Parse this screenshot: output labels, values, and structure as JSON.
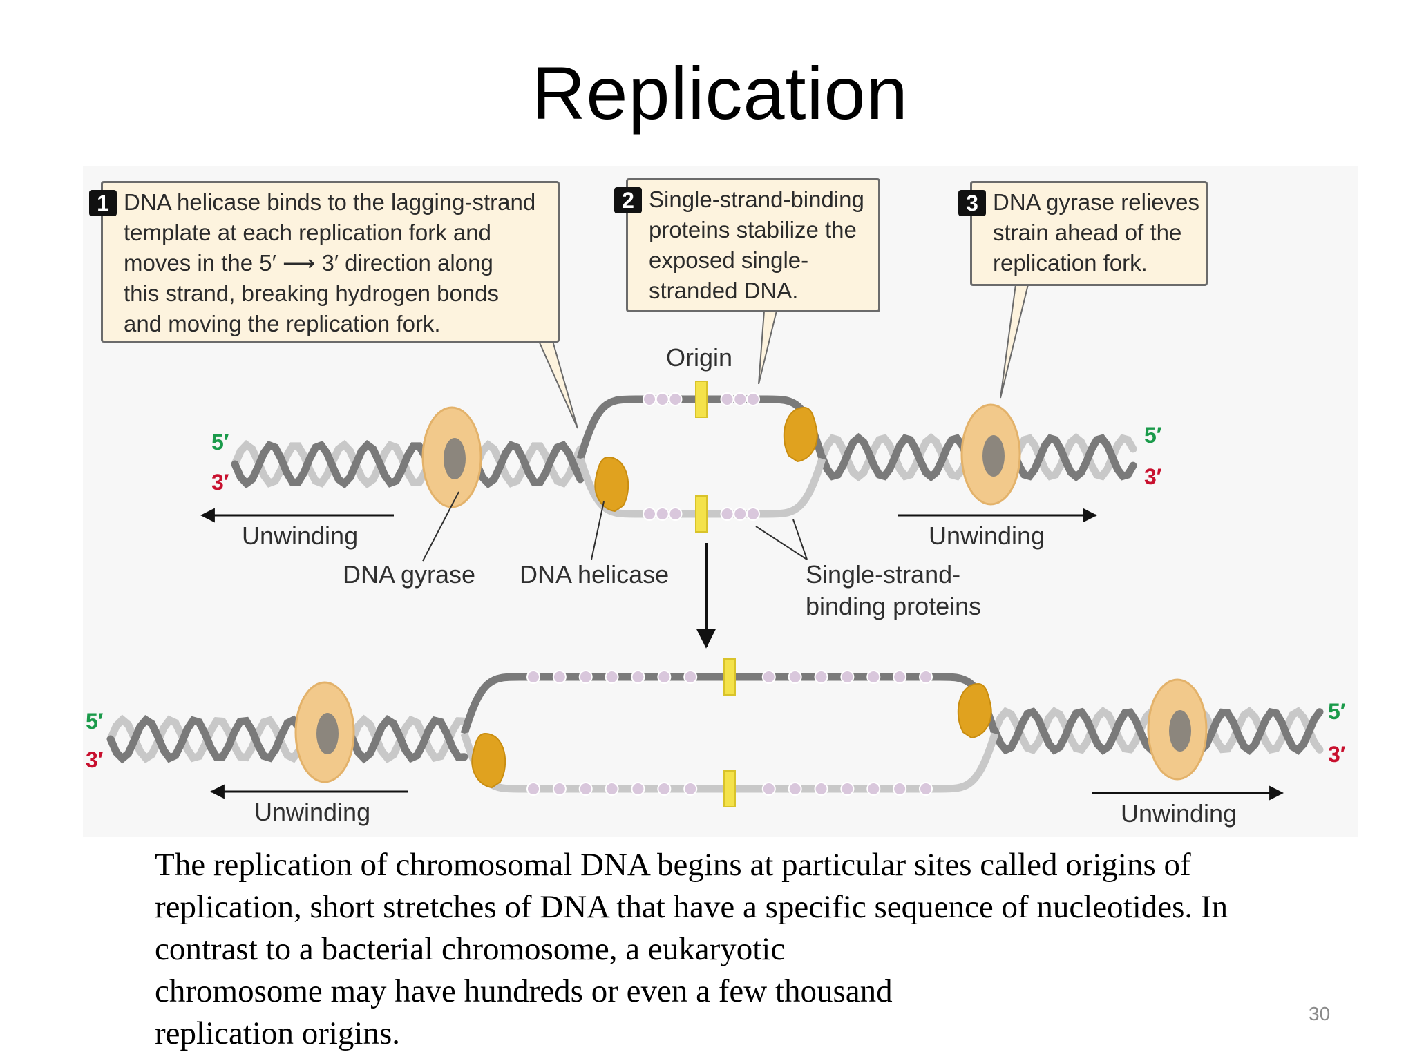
{
  "slide": {
    "title": "Replication",
    "page_number": "30"
  },
  "callouts": [
    {
      "number": "1",
      "lines": [
        "DNA helicase binds to the lagging-strand",
        "template at each replication fork and",
        "moves in the 5′ ⟶ 3′ direction along",
        "this strand, breaking hydrogen bonds",
        "and moving the replication fork."
      ]
    },
    {
      "number": "2",
      "lines": [
        "Single-strand-binding",
        "proteins stabilize the",
        "exposed single-",
        "stranded DNA."
      ]
    },
    {
      "number": "3",
      "lines": [
        "DNA gyrase relieves",
        "strain ahead of the",
        "replication fork."
      ]
    }
  ],
  "labels": {
    "origin": "Origin",
    "unwinding": "Unwinding",
    "dna_gyrase": "DNA gyrase",
    "dna_helicase": "DNA helicase",
    "ssb_line1": "Single-strand-",
    "ssb_line2": "binding proteins",
    "five_prime": "5′",
    "three_prime": "3′"
  },
  "caption": [
    "The replication of chromosomal DNA begins at particular sites called origins of",
    "replication, short stretches of DNA that have a specific sequence of nucleotides. In",
    "contrast to a bacterial chromosome, a eukaryotic",
    "chromosome may have hundreds or even a few thousand",
    "replication origins."
  ],
  "colors": {
    "dark_strand": "#7a7a7a",
    "light_strand": "#c8c8c8",
    "helicase": "#e0a21f",
    "gyrase": "#f2c98b",
    "origin_marker": "#f4e24a",
    "ssb": "#d9c7dc",
    "five_prime": "#1a9a4a",
    "three_prime": "#c8102e"
  }
}
